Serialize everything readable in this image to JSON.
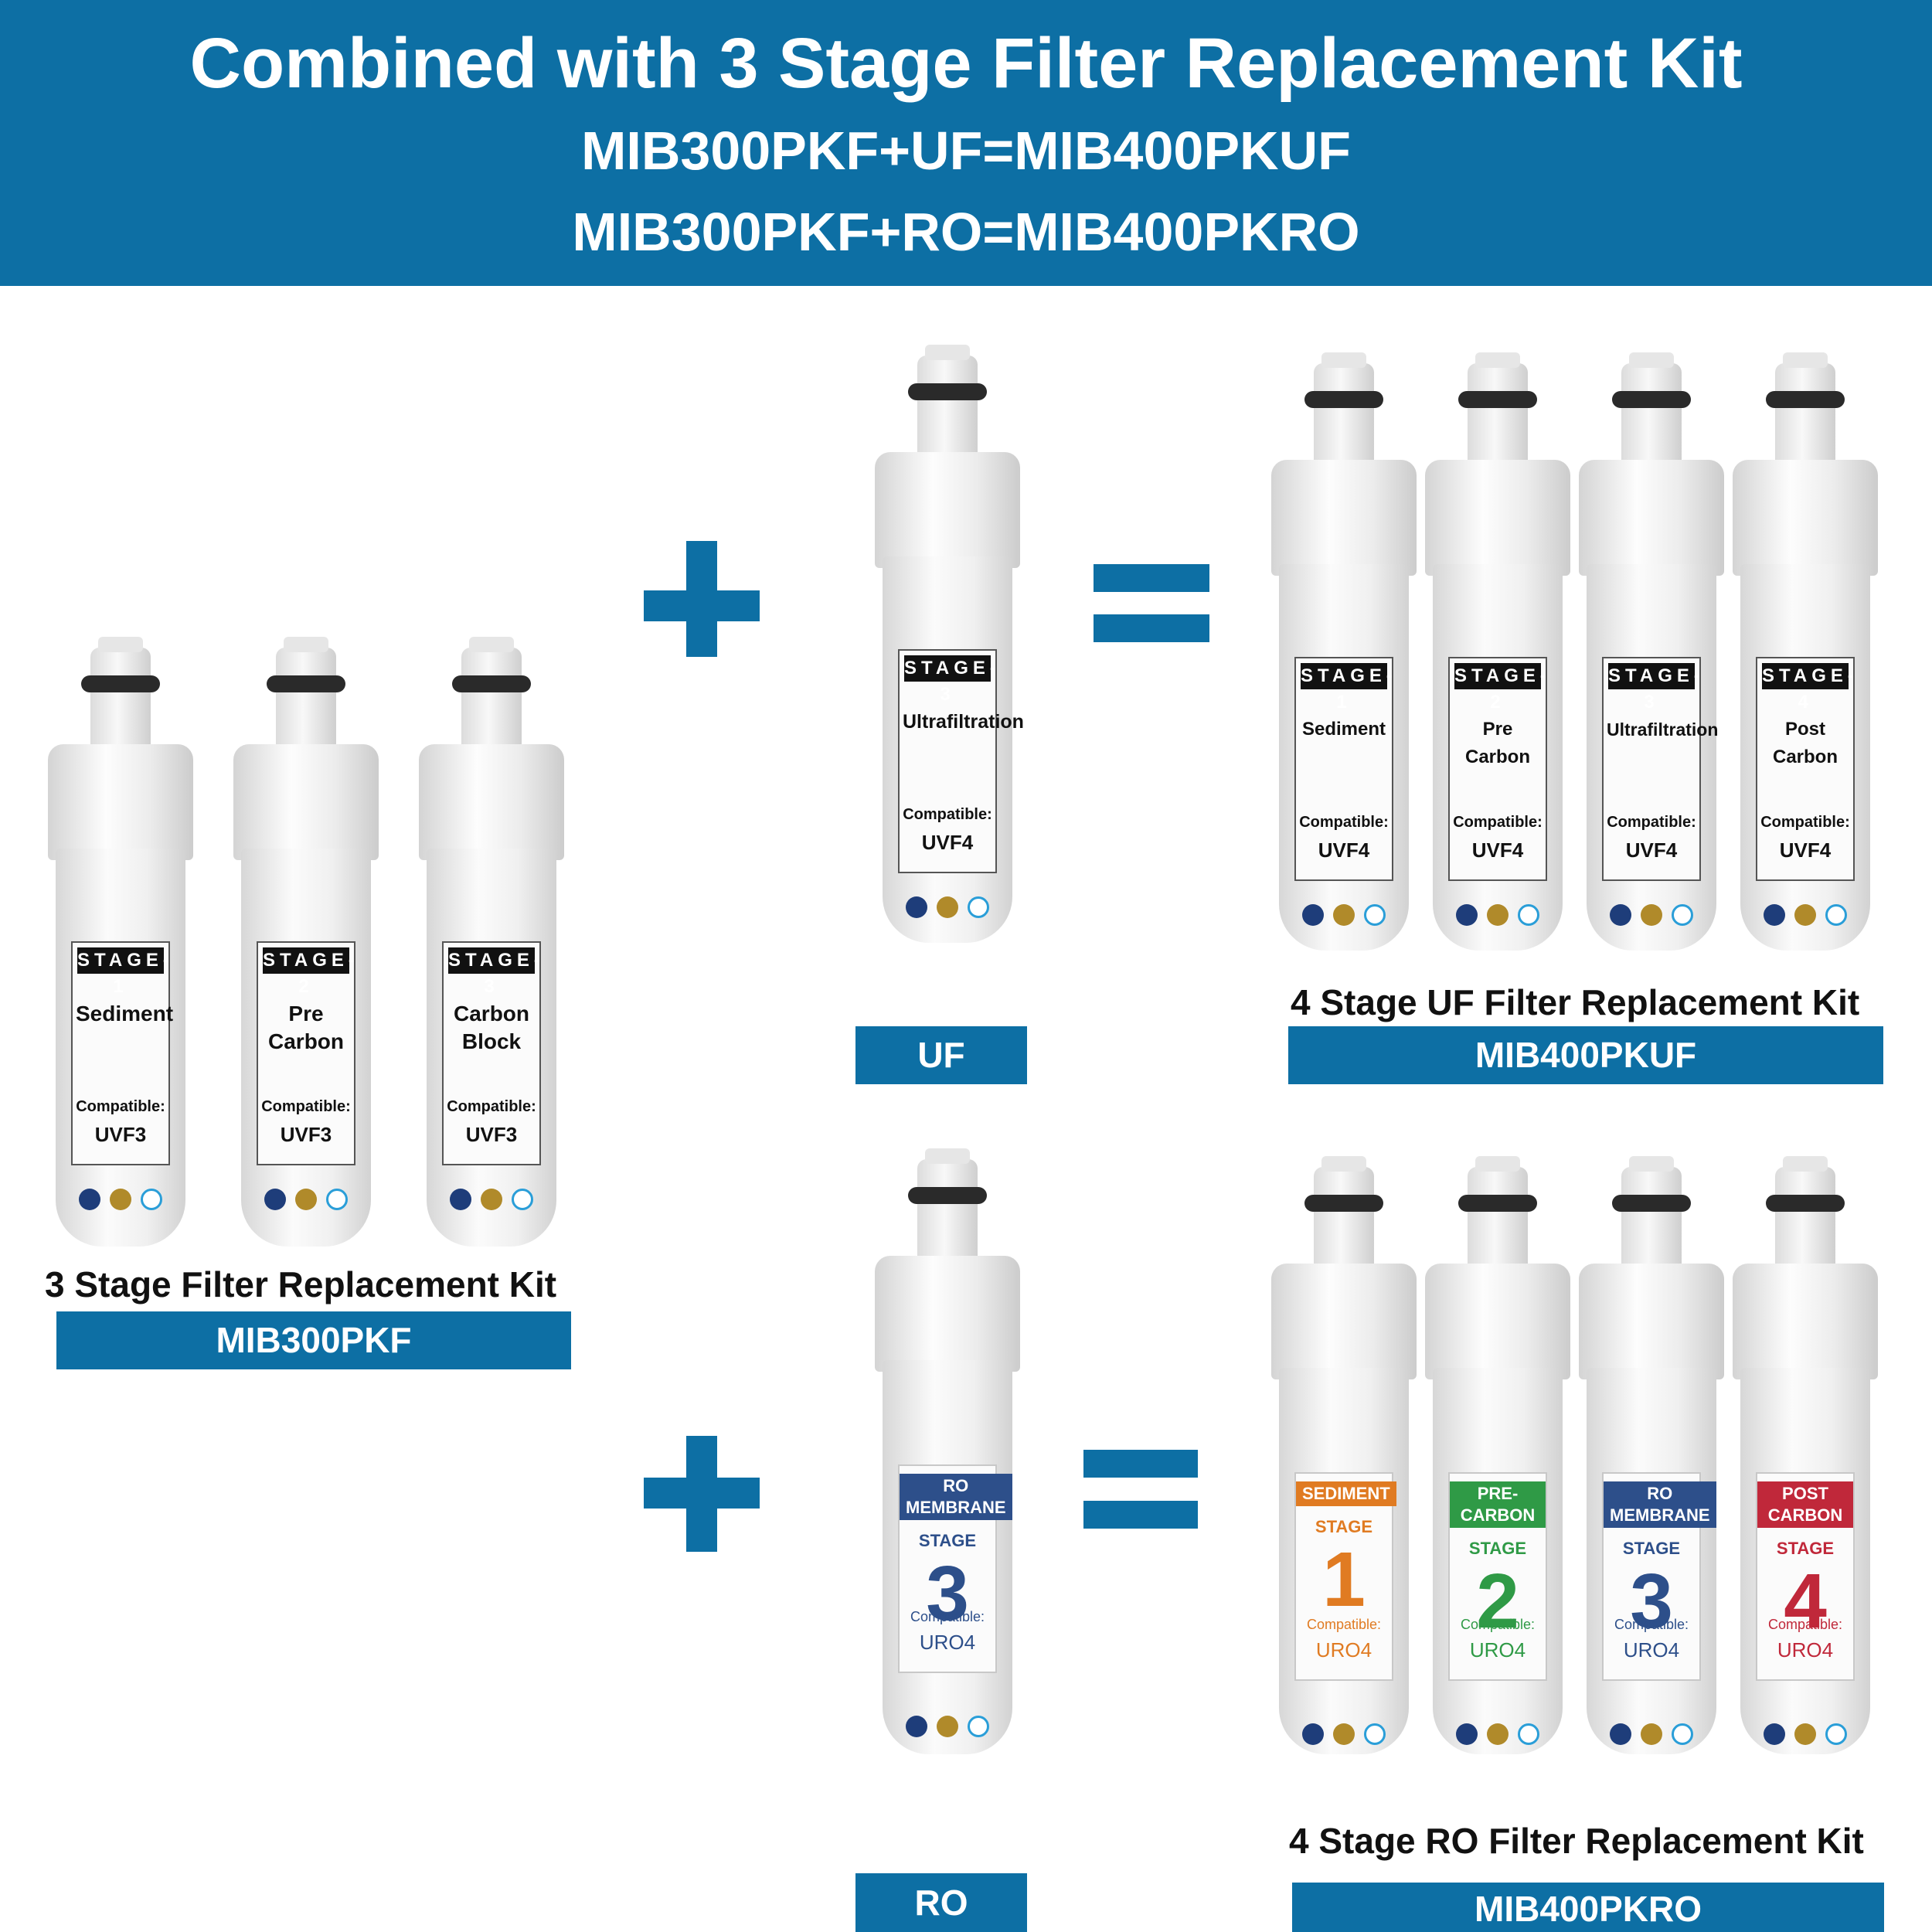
{
  "header": {
    "title": "Combined with 3 Stage Filter Replacement Kit",
    "line1": "MIB300PKF+UF=MIB400PKUF",
    "line2": "MIB300PKF+RO=MIB400PKRO"
  },
  "left_kit": {
    "filters": [
      {
        "stage": "STAGE-1",
        "name": "Sediment",
        "compat_label": "Compatible:",
        "compat": "UVF3"
      },
      {
        "stage": "STAGE-2",
        "name": "Pre Carbon",
        "compat_label": "Compatible:",
        "compat": "UVF3"
      },
      {
        "stage": "STAGE-3",
        "name": "Carbon Block",
        "compat_label": "Compatible:",
        "compat": "UVF3"
      }
    ],
    "title": "3 Stage Filter Replacement Kit",
    "code": "MIB300PKF"
  },
  "uf_single": {
    "stage": "STAGE-3",
    "name": "Ultrafiltration",
    "compat_label": "Compatible:",
    "compat": "UVF4",
    "bar": "UF"
  },
  "uf_kit": {
    "filters": [
      {
        "stage": "STAGE-1",
        "name": "Sediment",
        "compat_label": "Compatible:",
        "compat": "UVF4"
      },
      {
        "stage": "STAGE-2",
        "name": "Pre Carbon",
        "compat_label": "Compatible:",
        "compat": "UVF4"
      },
      {
        "stage": "STAGE-3",
        "name": "Ultrafiltration",
        "compat_label": "Compatible:",
        "compat": "UVF4"
      },
      {
        "stage": "STAGE-4",
        "name": "Post Carbon",
        "compat_label": "Compatible:",
        "compat": "UVF4"
      }
    ],
    "title": "4 Stage UF Filter Replacement Kit",
    "code": "MIB400PKUF"
  },
  "ro_single": {
    "tag": "RO MEMBRANE",
    "stage": "STAGE",
    "num": "3",
    "compat_label": "Compatible:",
    "compat": "URO4",
    "color": "#2d4f8a",
    "bar": "RO"
  },
  "ro_kit": {
    "filters": [
      {
        "tag": "SEDIMENT",
        "stage": "STAGE",
        "num": "1",
        "compat_label": "Compatible:",
        "compat": "URO4",
        "color": "#e07b22"
      },
      {
        "tag": "PRE-CARBON",
        "stage": "STAGE",
        "num": "2",
        "compat_label": "Compatible:",
        "compat": "URO4",
        "color": "#2f9a46"
      },
      {
        "tag": "RO MEMBRANE",
        "stage": "STAGE",
        "num": "3",
        "compat_label": "Compatible:",
        "compat": "URO4",
        "color": "#2d4f8a"
      },
      {
        "tag": "POST CARBON",
        "stage": "STAGE",
        "num": "4",
        "compat_label": "Compatible:",
        "compat": "URO4",
        "color": "#c0283a"
      }
    ],
    "title": "4 Stage RO Filter Replacement Kit",
    "code": "MIB400PKRO"
  },
  "colors": {
    "accent": "#0d6fa4"
  }
}
